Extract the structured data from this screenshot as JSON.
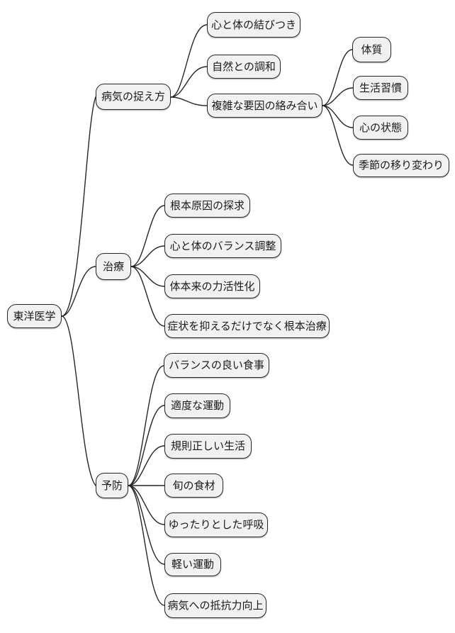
{
  "diagram": {
    "type": "mindmap",
    "root": {
      "label": "東洋医学"
    },
    "branches": [
      {
        "label": "病気の捉え方",
        "children": [
          {
            "label": "心と体の結びつき"
          },
          {
            "label": "自然との調和"
          },
          {
            "label": "複雑な要因の絡み合い",
            "children": [
              {
                "label": "体質"
              },
              {
                "label": "生活習慣"
              },
              {
                "label": "心の状態"
              },
              {
                "label": "季節の移り変わり"
              }
            ]
          }
        ]
      },
      {
        "label": "治療",
        "children": [
          {
            "label": "根本原因の探求"
          },
          {
            "label": "心と体のバランス調整"
          },
          {
            "label": "体本来の力活性化"
          },
          {
            "label": "症状を抑えるだけでなく根本治療"
          }
        ]
      },
      {
        "label": "予防",
        "children": [
          {
            "label": "バランスの良い食事"
          },
          {
            "label": "適度な運動"
          },
          {
            "label": "規則正しい生活"
          },
          {
            "label": "旬の食材"
          },
          {
            "label": "ゆったりとした呼吸"
          },
          {
            "label": "軽い運動"
          },
          {
            "label": "病気への抵抗力向上"
          }
        ]
      }
    ],
    "colors": {
      "background": "#ffffff",
      "node_fill": "#f1f1f1",
      "node_border": "#262626",
      "edge": "#262626",
      "text": "#1a1a1a"
    }
  }
}
